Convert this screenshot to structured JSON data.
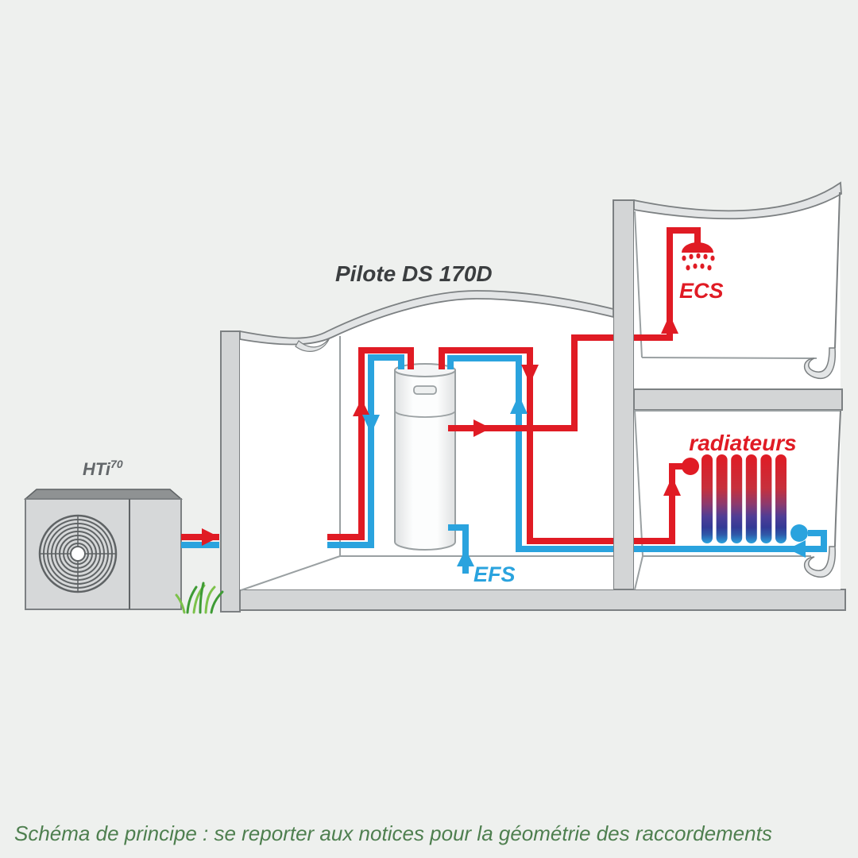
{
  "labels": {
    "heat_pump": "HTi",
    "heat_pump_sup": "70",
    "tank": "Pilote DS 170D",
    "hot_water": "ECS",
    "cold_water": "EFS",
    "radiators": "radiateurs",
    "caption": "Schéma de principe : se reporter aux notices pour la géométrie des raccordements"
  },
  "colors": {
    "background": "#eef0ee",
    "white": "#ffffff",
    "wall": "#d3d5d6",
    "wall_outline": "#7c8082",
    "roof": "#e3e5e6",
    "line": "#9aa0a2",
    "unit_body": "#d6d8d9",
    "unit_top": "#8f9293",
    "unit_line": "#5f6365",
    "red": "#e01b24",
    "blue": "#2aa3de",
    "radiator_navy": "#333a96",
    "text_dark": "#3b3e40",
    "text_gray": "#63676a",
    "green": "#4e7f4f",
    "grass_dark": "#3e9b35",
    "grass_light": "#7cc24a",
    "tank_shade": "#dfe1e2"
  }
}
